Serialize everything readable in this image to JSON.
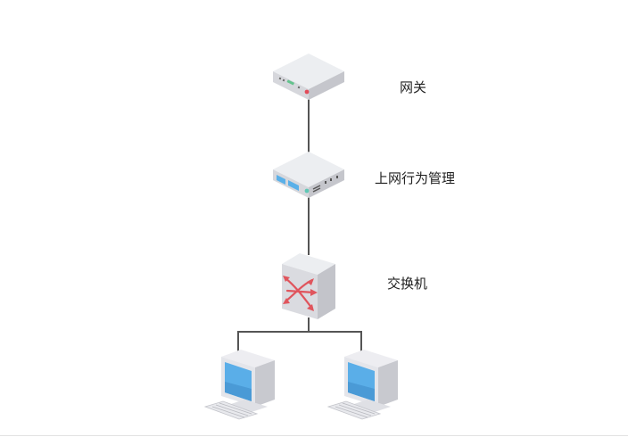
{
  "nodes": {
    "gateway": {
      "label": "网关"
    },
    "behavior": {
      "label": "上网行为管理"
    },
    "switch": {
      "label": "交换机"
    }
  },
  "colors": {
    "line": "#555555",
    "device_top": "#e6e6ea",
    "device_side": "#c9c9cf",
    "switch_arrow": "#e0555d",
    "screen": "#5aaee8"
  },
  "icons": [
    "gateway-icon",
    "behavior-manager-icon",
    "switch-icon",
    "computer-icon"
  ]
}
